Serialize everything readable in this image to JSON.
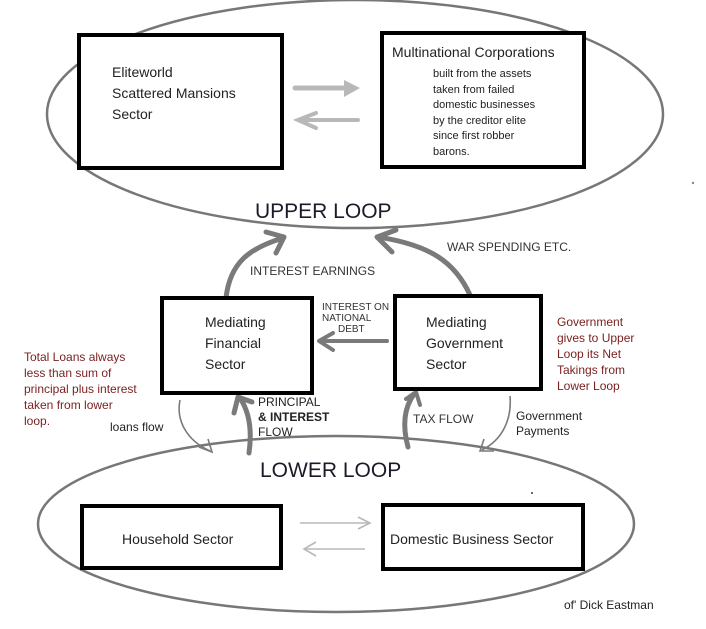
{
  "upper_loop": {
    "title": "UPPER LOOP",
    "boxes": {
      "eliteworld": {
        "lines": [
          "Eliteworld",
          "Scattered Mansions",
          "Sector"
        ]
      },
      "multinational": {
        "title": "Multinational Corporations",
        "lines": [
          "built from the assets",
          "taken from failed",
          "domestic businesses",
          "by the creditor elite",
          "since first robber",
          "barons."
        ]
      }
    }
  },
  "middle": {
    "financial": {
      "lines": [
        "Mediating",
        "Financial",
        "Sector"
      ]
    },
    "government": {
      "lines": [
        "Mediating",
        "Government",
        "Sector"
      ]
    },
    "labels": {
      "interest_earnings": "INTEREST EARNINGS",
      "war_spending": "WAR SPENDING ETC.",
      "interest_national_debt": [
        "INTEREST ON",
        "NATIONAL",
        "DEBT"
      ],
      "principal_interest_flow": [
        "PRINCIPAL",
        "& INTEREST",
        "FLOW"
      ],
      "loans_flow": "loans flow",
      "tax_flow": "TAX FLOW",
      "government_payments": [
        "Government",
        "Payments"
      ]
    },
    "notes": {
      "total_loans": [
        "Total Loans always",
        "less than sum of",
        "principal plus interest",
        "taken from lower",
        "loop."
      ],
      "government_gives": [
        "Government",
        "gives to Upper",
        "Loop its Net",
        "Takings from",
        "Lower Loop"
      ]
    }
  },
  "lower_loop": {
    "title": "LOWER LOOP",
    "boxes": {
      "household": {
        "label": "Household Sector"
      },
      "domestic_business": {
        "label": "Domestic Business Sector"
      }
    }
  },
  "credit": "of' Dick Eastman",
  "colors": {
    "ellipse": "#777777",
    "arrow_dark": "#7a7a7a",
    "arrow_light": "#b8b8b8",
    "note_red": "#7a1f1f",
    "box_border": "#000000"
  }
}
